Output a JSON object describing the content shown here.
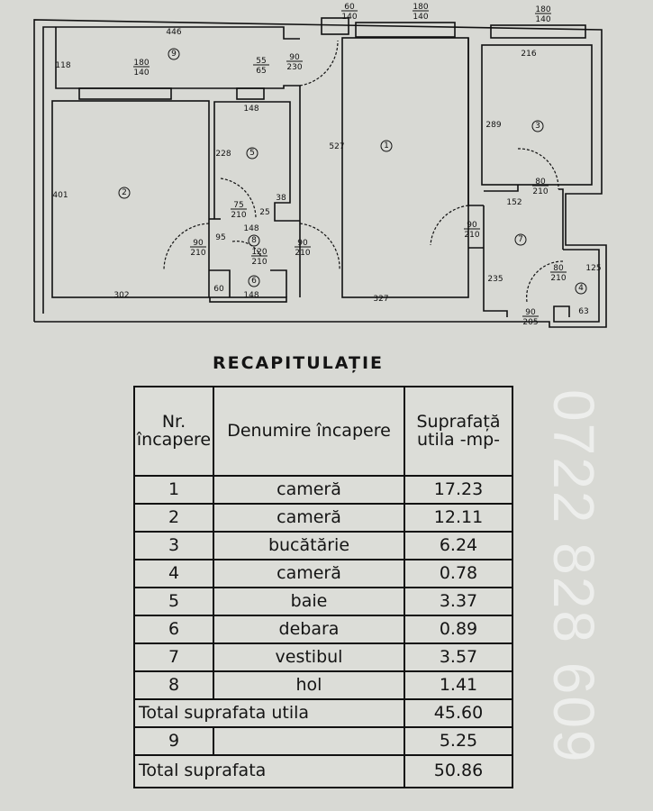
{
  "plan": {
    "rooms": [
      "1",
      "2",
      "3",
      "4",
      "5",
      "6",
      "7",
      "8",
      "9"
    ],
    "dims": [
      "446",
      "118",
      "148",
      "228",
      "38",
      "25",
      "148",
      "95",
      "60",
      "148",
      "401",
      "302",
      "527",
      "327",
      "216",
      "289",
      "152",
      "235",
      "125",
      "63"
    ],
    "fractions": [
      {
        "top": "180",
        "bottom": "140"
      },
      {
        "top": "55",
        "bottom": "65"
      },
      {
        "top": "90",
        "bottom": "230"
      },
      {
        "top": "60",
        "bottom": "140"
      },
      {
        "top": "180",
        "bottom": "140"
      },
      {
        "top": "180",
        "bottom": "140"
      },
      {
        "top": "75",
        "bottom": "210"
      },
      {
        "top": "90",
        "bottom": "210"
      },
      {
        "top": "120",
        "bottom": "210"
      },
      {
        "top": "90",
        "bottom": "210"
      },
      {
        "top": "80",
        "bottom": "210"
      },
      {
        "top": "90",
        "bottom": "210"
      },
      {
        "top": "80",
        "bottom": "210"
      },
      {
        "top": "90",
        "bottom": "205"
      }
    ]
  },
  "title": "RECAPITULAȚIE",
  "watermark": "0722 828 609",
  "table": {
    "headers": [
      "Nr. încapere",
      "Denumire încapere",
      "Suprafață utila -mp-"
    ],
    "rows": [
      {
        "nr": "1",
        "name": "cameră",
        "area": "17.23"
      },
      {
        "nr": "2",
        "name": "cameră",
        "area": "12.11"
      },
      {
        "nr": "3",
        "name": "bucătărie",
        "area": "6.24"
      },
      {
        "nr": "4",
        "name": "cameră",
        "area": "0.78"
      },
      {
        "nr": "5",
        "name": "baie",
        "area": "3.37"
      },
      {
        "nr": "6",
        "name": "debara",
        "area": "0.89"
      },
      {
        "nr": "7",
        "name": "vestibul",
        "area": "3.57"
      },
      {
        "nr": "8",
        "name": "hol",
        "area": "1.41"
      }
    ],
    "total_util_label": "Total suprafata utila",
    "total_util": "45.60",
    "row9": {
      "nr": "9",
      "name": "",
      "area": "5.25"
    },
    "total_label": "Total suprafata",
    "total": "50.86"
  }
}
